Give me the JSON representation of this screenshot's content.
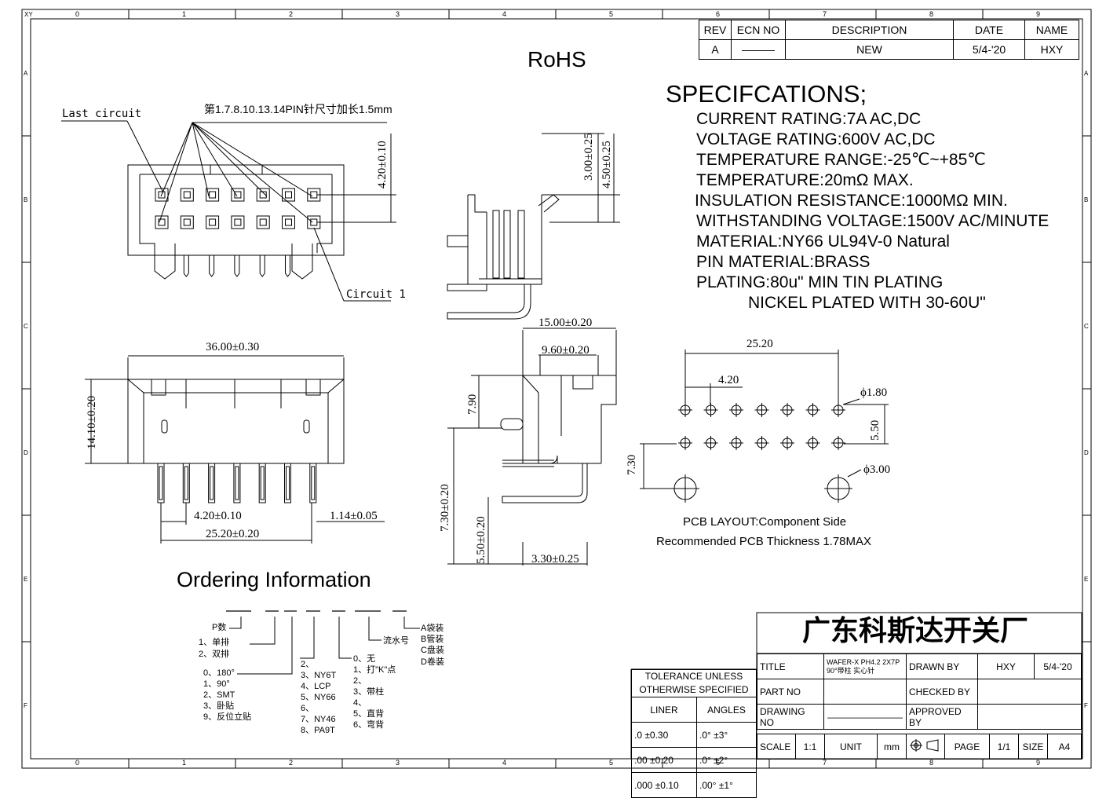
{
  "revision_table": {
    "headers": [
      "REV",
      "ECN NO",
      "DESCRIPTION",
      "DATE",
      "NAME"
    ],
    "row": [
      "A",
      "———",
      "NEW",
      "5/4-'20",
      "HXY"
    ]
  },
  "rohs": "RoHS",
  "specs": {
    "title": "SPECIFCATIONS;",
    "lines": [
      "CURRENT RATING:7A AC,DC",
      "VOLTAGE RATING:600V AC,DC",
      "TEMPERATURE RANGE:-25℃~+85℃",
      "TEMPERATURE:20mΩ MAX.",
      "INSULATION RESISTANCE:1000MΩ MIN.",
      "WITHSTANDING VOLTAGE:1500V AC/MINUTE",
      "MATERIAL:NY66  UL94V-0 Natural",
      "PIN MATERIAL:BRASS",
      "PLATING:80u\"  MIN TIN  PLATING",
      "NICKEL PLATED WITH 30-60U\""
    ]
  },
  "labels": {
    "last_circuit": "Last  circuit",
    "circuit_1": "Circuit  1",
    "pin_note": "第1.7.8.10.13.14PIN针尺寸加长1.5mm"
  },
  "dims": {
    "d_4_20_010": "4.20±0.10",
    "d_3_00": "3.00±0.25",
    "d_4_50": "4.50±0.25",
    "d_36_00": "36.00±0.30",
    "d_14_10": "14.10±0.20",
    "d_4_20_pitch": "4.20±0.10",
    "d_1_14": "1.14±0.05",
    "d_25_20": "25.20±0.20",
    "d_15_00": "15.00±0.20",
    "d_9_60": "9.60±0.20",
    "d_7_90": "7.90",
    "d_7_30": "7.30±0.20",
    "d_5_50": "5.50±0.20",
    "d_3_30": "3.30±0.25",
    "pcb_25_20": "25.20",
    "pcb_4_20": "4.20",
    "pcb_phi_1_80": "ϕ1.80",
    "pcb_5_50": "5.50",
    "pcb_7_30": "7.30",
    "pcb_phi_3_00": "ϕ3.00"
  },
  "pcb_layout": {
    "line1": "PCB LAYOUT:Component Side",
    "line2": "Recommended PCB Thickness 1.78MAX"
  },
  "ordering": {
    "title": "Ordering Information",
    "p_label": "P数",
    "rows_label": [
      "1、单排",
      "2、双排"
    ],
    "angle": [
      "0、180°",
      "1、90°",
      "2、SMT",
      "3、卧贴",
      "9、反位立贴"
    ],
    "material": [
      "2、",
      "3、NY6T",
      "4、LCP",
      "5、NY66",
      "6、",
      "7、NY46",
      "8、PA9T"
    ],
    "options": [
      "0、无",
      "1、打\"K\"点",
      "2、",
      "3、带柱",
      "4、",
      "5、直背",
      "6、弯背"
    ],
    "serial": "流水号",
    "packing": [
      "A袋装",
      "B管装",
      "C盘装",
      "D卷装"
    ]
  },
  "tolerance": {
    "title1": "TOLERANCE UNLESS",
    "title2": "OTHERWISE SPECIFIED",
    "liner": "LINER",
    "angles": "ANGLES",
    "rows": [
      [
        ".0  ±0.30",
        ".0°  ±3°"
      ],
      [
        ".00  ±0.20",
        ".0°  ±2°"
      ],
      [
        ".000 ±0.10",
        ".00° ±1°"
      ]
    ]
  },
  "title_block": {
    "company": "广东科斯达开关厂",
    "title_label": "TITLE",
    "title_value_1": "WAFER-X PH4.2 2X7P",
    "title_value_2": "90°带柱 实心针",
    "drawn_by_label": "DRAWN BY",
    "drawn_by": "HXY",
    "drawn_date": "5/4-'20",
    "part_no_label": "PART NO",
    "checked_by_label": "CHECKED BY",
    "drawing_no_label": "DRAWING NO",
    "drawing_no": "————————",
    "approved_by_label": "APPROVED BY",
    "scale_label": "SCALE",
    "scale": "1:1",
    "unit_label": "UNIT",
    "unit": "mm",
    "page_label": "PAGE",
    "page": "1/1",
    "size_label": "SIZE",
    "size": "A4"
  },
  "border": {
    "top_numbers": [
      "0",
      "1",
      "2",
      "3",
      "4",
      "5",
      "6",
      "7",
      "8",
      "9"
    ],
    "side_letters": [
      "A",
      "B",
      "C",
      "D",
      "E",
      "F"
    ],
    "corner": "XY"
  }
}
